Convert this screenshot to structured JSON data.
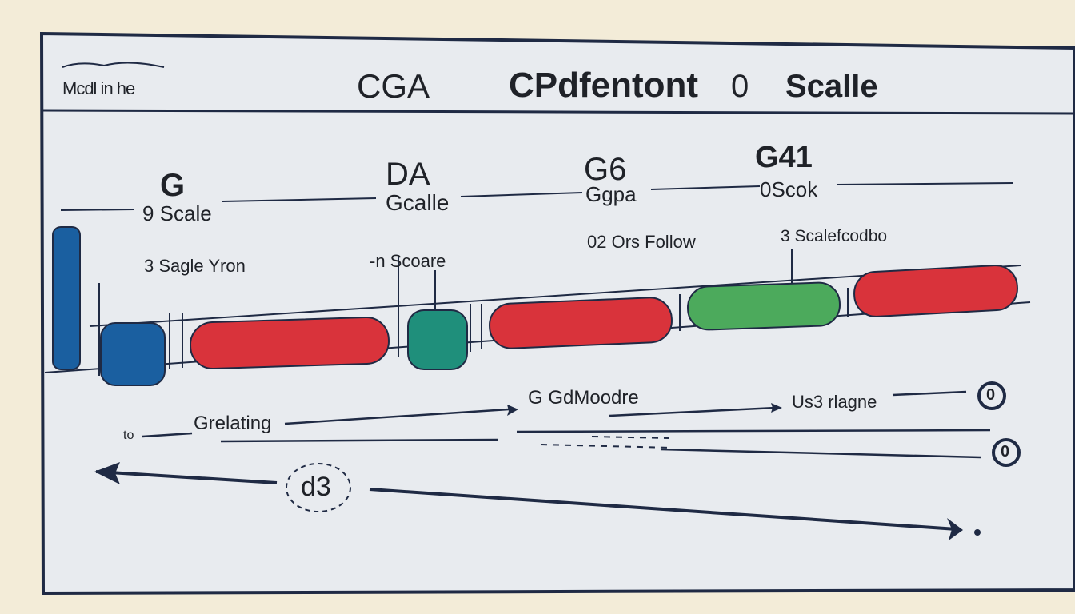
{
  "header": {
    "corner_note": "Mcdl in he",
    "title_left": "CGA",
    "title_main": "CPdfentont",
    "title_num": "0",
    "title_right": "Scalle"
  },
  "stages": [
    {
      "head": "G",
      "sub": "9 Scale",
      "note": "3 Sagle Yron"
    },
    {
      "head": "DA",
      "sub": "Gcalle",
      "note": "-n  Scoare"
    },
    {
      "head": "G6",
      "sub": "Ggpa",
      "note": "02 Ors Follow"
    },
    {
      "head": "G41",
      "sub": "0Scok",
      "note": "3 Scalefcodbo"
    }
  ],
  "flow": {
    "left_prefix": "to",
    "left_label": "Grelating",
    "mid_label": "G GdMoodre",
    "right_label": "Us3 rlagne",
    "circle_top": "0",
    "circle_bottom": "0",
    "loop_label": "d3"
  },
  "colors": {
    "blue": "#1a5fa0",
    "red": "#d9333b",
    "teal": "#1f8f7b",
    "green": "#4caa5c",
    "ink": "#1f2a44",
    "board": "#e8ebef"
  }
}
